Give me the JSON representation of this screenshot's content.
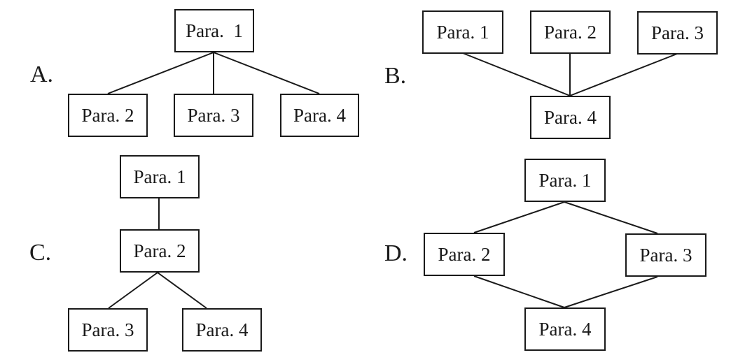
{
  "diagrams": [
    {
      "id": "A",
      "label": "A.",
      "nodes": [
        {
          "id": "1",
          "text": "Para.  1"
        },
        {
          "id": "2",
          "text": "Para. 2"
        },
        {
          "id": "3",
          "text": "Para. 3"
        },
        {
          "id": "4",
          "text": "Para. 4"
        }
      ],
      "edges": [
        [
          "1",
          "2"
        ],
        [
          "1",
          "3"
        ],
        [
          "1",
          "4"
        ]
      ],
      "structure": "Para. 1 branches to Para. 2, Para. 3 and Para. 4"
    },
    {
      "id": "B",
      "label": "B.",
      "nodes": [
        {
          "id": "1",
          "text": "Para. 1"
        },
        {
          "id": "2",
          "text": "Para. 2"
        },
        {
          "id": "3",
          "text": "Para. 3"
        },
        {
          "id": "4",
          "text": "Para. 4"
        }
      ],
      "edges": [
        [
          "1",
          "4"
        ],
        [
          "2",
          "4"
        ],
        [
          "3",
          "4"
        ]
      ],
      "structure": "Para. 1, Para. 2 and Para. 3 converge to Para. 4"
    },
    {
      "id": "C",
      "label": "C.",
      "nodes": [
        {
          "id": "1",
          "text": "Para. 1"
        },
        {
          "id": "2",
          "text": "Para. 2"
        },
        {
          "id": "3",
          "text": "Para. 3"
        },
        {
          "id": "4",
          "text": "Para. 4"
        }
      ],
      "edges": [
        [
          "1",
          "2"
        ],
        [
          "2",
          "3"
        ],
        [
          "2",
          "4"
        ]
      ],
      "structure": "Para. 1 leads to Para. 2, which branches to Para. 3 and Para. 4"
    },
    {
      "id": "D",
      "label": "D.",
      "nodes": [
        {
          "id": "1",
          "text": "Para. 1"
        },
        {
          "id": "2",
          "text": "Para. 2"
        },
        {
          "id": "3",
          "text": "Para. 3"
        },
        {
          "id": "4",
          "text": "Para. 4"
        }
      ],
      "edges": [
        [
          "1",
          "2"
        ],
        [
          "1",
          "3"
        ],
        [
          "2",
          "4"
        ],
        [
          "3",
          "4"
        ]
      ],
      "structure": "Para. 1 branches to Para. 2 and Para. 3, which converge to Para. 4"
    }
  ]
}
